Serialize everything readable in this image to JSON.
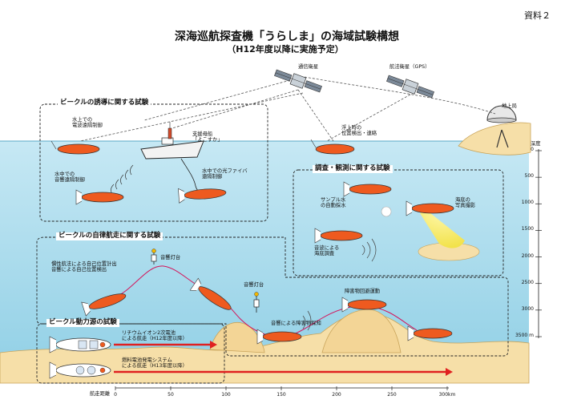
{
  "header": {
    "doc_ref": "資料２",
    "title": "深海巡航探査機「うらしま」の海域試験構想",
    "subtitle": "（H12年度以降に実施予定）"
  },
  "satellites": {
    "comm": "通信衛星",
    "gps": "航法衛星（GPS）",
    "ground_station": "地上局"
  },
  "sections": {
    "guidance": "ビークルの誘導に関する試験",
    "survey": "調査・観測に関する試験",
    "autonomous": "ビークルの自律航走に関する試験",
    "power": "ビークル動力源の試験"
  },
  "labels": {
    "surface_remote": "水上での\n電波遠隔制御",
    "support_ship": "支援母船\n「よこすか」",
    "acoustic_remote": "水中での\n音響遠隔制御",
    "fiber_remote": "水中での光ファイバ\n遠隔制御",
    "surface_position": "浮上時の\n位置検出・連絡",
    "sampling": "サンプル水\nの自動採水",
    "photo": "海底の\n写真撮影",
    "sonar": "音波による\n海底調査",
    "inertial_nav": "慣性航法による自己位置計出\n音響による自己位置検出",
    "beacon1": "音響灯台",
    "beacon2": "音響灯台",
    "obstacle_avoid": "障害物回避運動",
    "obstacle_detect": "音響による障害物探知",
    "lithium": "リチウムイオン2次電池\nによる航走（H12年度以降）",
    "fuel_cell": "燃料電池発電システム\nによる航走（H13年度以降）"
  },
  "axes": {
    "distance_label": "航走距離",
    "distance_ticks": [
      "0",
      "50",
      "100",
      "150",
      "200",
      "250",
      "300km"
    ],
    "depth_label": "深度",
    "depth_ticks": [
      "0",
      "500",
      "1000",
      "1500",
      "2000",
      "2500",
      "3000",
      "3500 m"
    ]
  },
  "colors": {
    "sky": "#ffffff",
    "sea_top": "#bfe6f3",
    "sea_bottom": "#8ecfe6",
    "sand": "#f6dfa8",
    "vehicle": "#ee5a1f",
    "route_line": "#d4145a",
    "arrow": "#e02020"
  }
}
